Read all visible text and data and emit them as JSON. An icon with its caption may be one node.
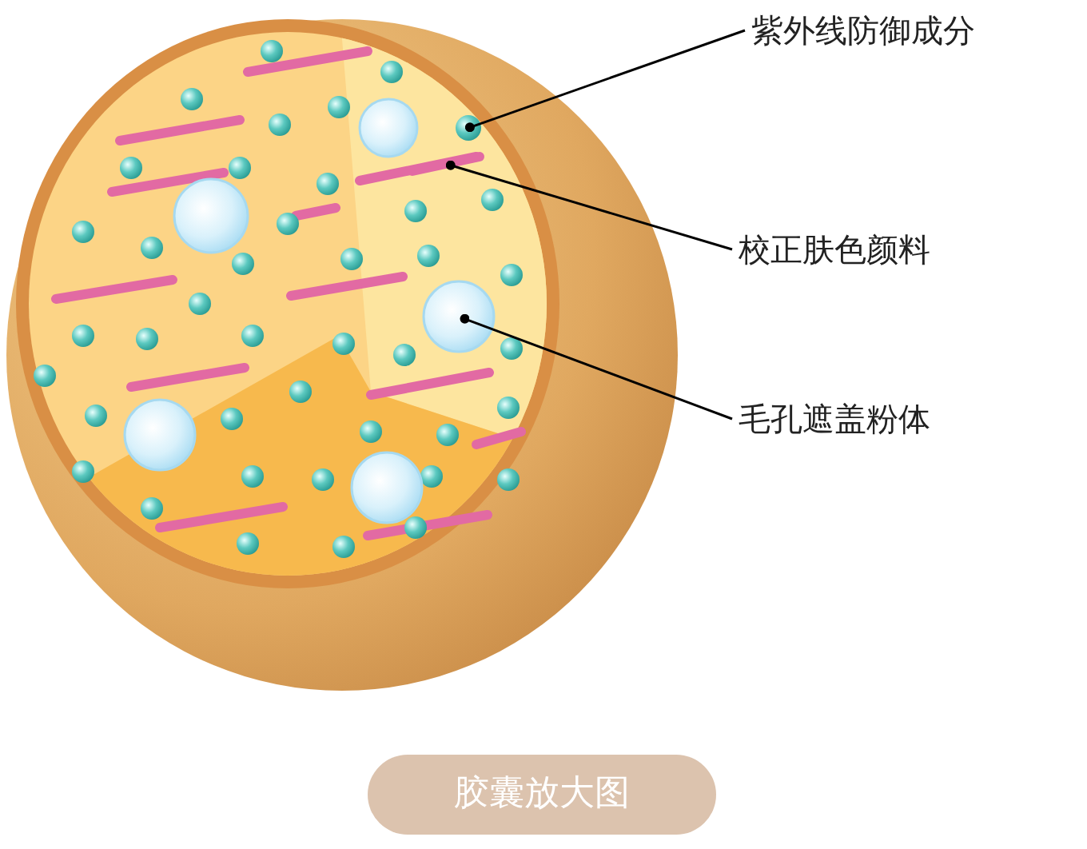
{
  "diagram": {
    "caption": "胶囊放大图",
    "nodes": [
      {
        "text": [
          "紫外线防御成分"
        ]
      },
      {
        "text": [],
        "shape": "circle"
      },
      {
        "text": [
          "校正肤色颜料"
        ]
      },
      {
        "text": [],
        "shape": "bar"
      },
      {
        "text": [
          "毛孔遮盖粉体"
        ]
      },
      {
        "text": [],
        "shape": "circle"
      }
    ],
    "edges": [
      {
        "from": 0,
        "to": 1,
        "arrow": "other"
      },
      {
        "from": 2,
        "to": 3,
        "arrow": "other"
      },
      {
        "from": 4,
        "to": 5,
        "arrow": "other"
      }
    ]
  }
}
